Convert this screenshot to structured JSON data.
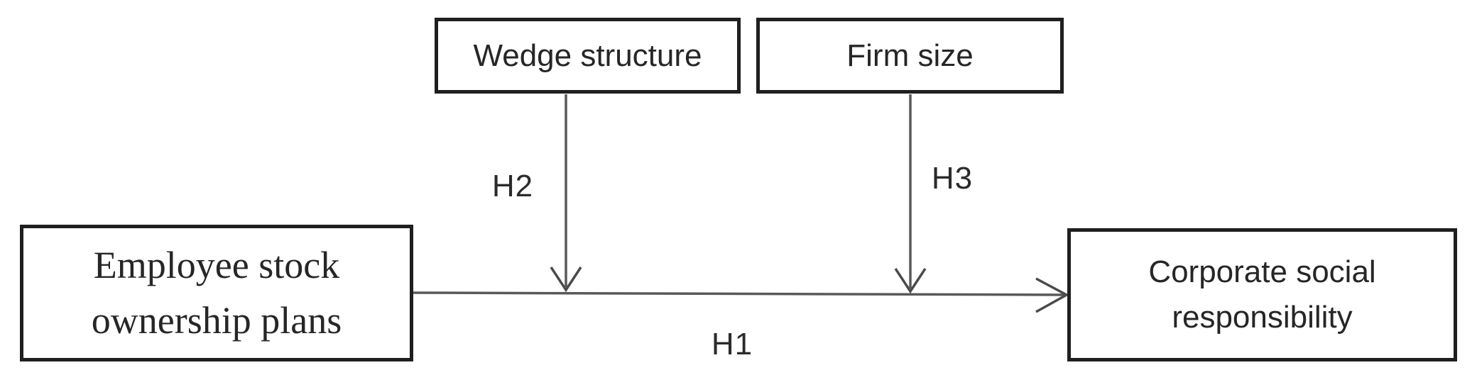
{
  "figure": {
    "type": "research_model_diagram",
    "background": "#ffffff",
    "box_border_color": "#1f1f1f",
    "arrow_color": "#595959",
    "text_color": "#262626"
  },
  "nodes": {
    "wedge_structure": {
      "label": "Wedge structure"
    },
    "firm_size": {
      "label": "Firm size"
    },
    "employee_stock_ownership_plans": {
      "label": [
        "Employee stock",
        "ownership plans"
      ]
    },
    "corporate_social_responsibility": {
      "label": [
        "Corporate social",
        "responsibility"
      ]
    }
  },
  "edges": {
    "h1": {
      "label": "H1",
      "from": "employee_stock_ownership_plans",
      "to": "corporate_social_responsibility"
    },
    "h2": {
      "label": "H2",
      "from": "wedge_structure",
      "to": "h1-arrow"
    },
    "h3": {
      "label": "H3",
      "from": "firm_size",
      "to": "h1-arrow"
    }
  }
}
